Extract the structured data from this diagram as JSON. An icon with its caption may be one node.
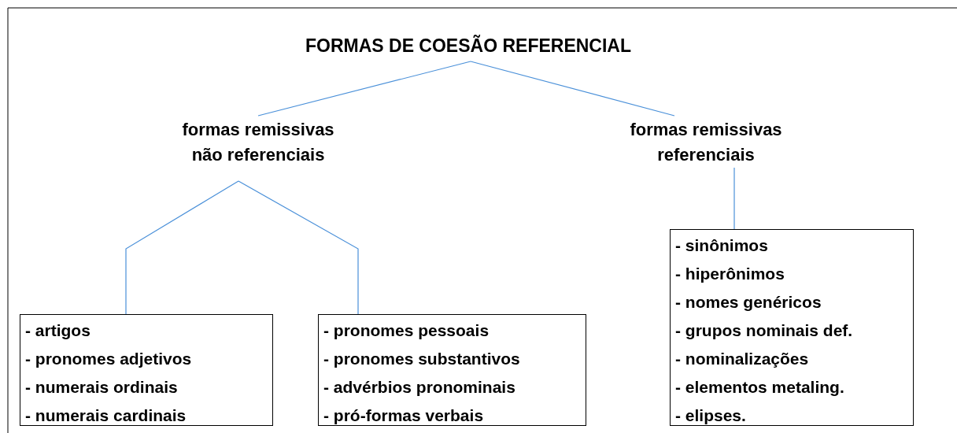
{
  "diagram": {
    "nodes": [
      {
        "text": [
          "FORMAS DE COESÃO REFERENCIAL"
        ]
      },
      {
        "text": [
          "formas remissivas não referenciais"
        ]
      },
      {
        "text": [
          "formas remissivas referenciais"
        ]
      },
      {
        "text": [
          "- artigos",
          "- pronomes adjetivos",
          "- numerais ordinais",
          "- numerais cardinais"
        ]
      },
      {
        "text": [
          "- pronomes pessoais",
          "- pronomes substantivos",
          "- advérbios pronominais",
          "- pró-formas verbais"
        ]
      },
      {
        "text": [
          "- sinônimos",
          "- hiperônimos",
          "- nomes genéricos",
          "- grupos nominais def.",
          "- nominalizações",
          "- elementos metaling.",
          "- elipses."
        ]
      }
    ],
    "edges": [
      {
        "from": 0,
        "to": 1,
        "arrow": "none"
      },
      {
        "from": 0,
        "to": 2,
        "arrow": "none"
      },
      {
        "from": 1,
        "to": 3,
        "arrow": "none"
      },
      {
        "from": 1,
        "to": 4,
        "arrow": "none"
      },
      {
        "from": 2,
        "to": 5,
        "arrow": "none"
      }
    ]
  }
}
